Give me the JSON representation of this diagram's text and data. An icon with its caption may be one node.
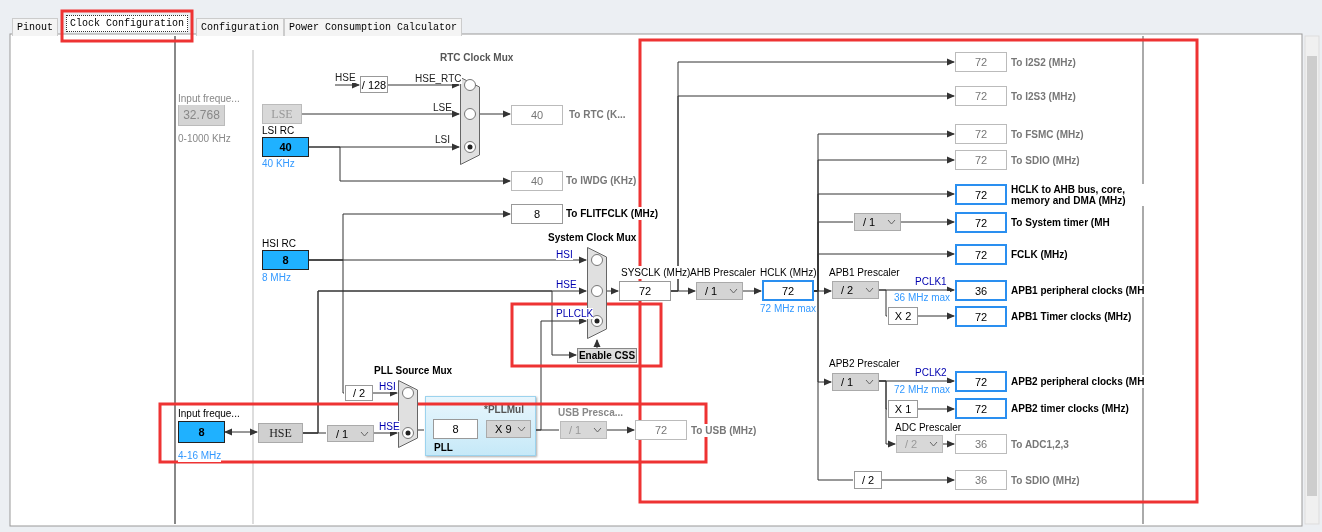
{
  "diagram": {
    "nodes": [
      {
        "text": [
          "32.768"
        ],
        "beside": [
          "Input freque...",
          "0-1000 KHz"
        ]
      },
      {
        "text": [
          "LSE"
        ]
      },
      {
        "text": [
          "40"
        ],
        "beside": [
          "LSI RC",
          "40 KHz"
        ]
      },
      {
        "text": [
          "/ 128"
        ]
      },
      {
        "text": [],
        "shape": "trapezoid",
        "beside": [
          "RTC Clock Mux"
        ]
      },
      {
        "text": [
          "40"
        ],
        "beside": [
          "To RTC (K..."
        ]
      },
      {
        "text": [
          "40"
        ],
        "beside": [
          "To IWDG (KHz)"
        ]
      },
      {
        "text": [
          "8"
        ],
        "beside": [
          "To FLITFCLK (MHz)"
        ]
      },
      {
        "text": [
          "8"
        ],
        "beside": [
          "HSI RC",
          "8 MHz"
        ]
      },
      {
        "text": [],
        "shape": "trapezoid",
        "beside": [
          "System Clock Mux"
        ]
      },
      {
        "text": [
          "Enable CSS"
        ]
      },
      {
        "text": [
          "72"
        ],
        "beside": [
          "SYSCLK (MHz)"
        ]
      },
      {
        "text": [
          "/ 1"
        ],
        "beside": [
          "AHB Prescaler"
        ]
      },
      {
        "text": [
          "72"
        ],
        "beside": [
          "HCLK (MHz)",
          "72 MHz max"
        ]
      },
      {
        "text": [
          "/ 2"
        ],
        "beside": [
          "APB1 Prescaler"
        ]
      },
      {
        "text": [
          "X 2"
        ]
      },
      {
        "text": [
          "/ 1"
        ],
        "beside": [
          "APB2 Prescaler"
        ]
      },
      {
        "text": [
          "X 1"
        ]
      },
      {
        "text": [
          "/ 2"
        ],
        "beside": [
          "ADC Prescaler"
        ]
      },
      {
        "text": [
          "/ 1"
        ]
      },
      {
        "text": [
          "/ 2"
        ]
      },
      {
        "text": [
          "72"
        ],
        "beside": [
          "To I2S2 (MHz)"
        ]
      },
      {
        "text": [
          "72"
        ],
        "beside": [
          "To I2S3 (MHz)"
        ]
      },
      {
        "text": [
          "72"
        ],
        "beside": [
          "To FSMC (MHz)"
        ]
      },
      {
        "text": [
          "72"
        ],
        "beside": [
          "To SDIO (MHz)"
        ]
      },
      {
        "text": [
          "72"
        ],
        "beside": [
          "HCLK to AHB bus, core, memory and DMA (MHz)"
        ]
      },
      {
        "text": [
          "72"
        ],
        "beside": [
          "To System timer (MH"
        ]
      },
      {
        "text": [
          "72"
        ],
        "beside": [
          "FCLK (MHz)"
        ]
      },
      {
        "text": [
          "36"
        ],
        "beside": [
          "APB1 peripheral clocks (MH"
        ]
      },
      {
        "text": [
          "72"
        ],
        "beside": [
          "APB1 Timer clocks (MHz)"
        ]
      },
      {
        "text": [
          "72"
        ],
        "beside": [
          "APB2 peripheral clocks (MH"
        ]
      },
      {
        "text": [
          "72"
        ],
        "beside": [
          "APB2 timer clocks (MHz)"
        ]
      },
      {
        "text": [
          "36"
        ],
        "beside": [
          "To ADC1,2,3"
        ]
      },
      {
        "text": [
          "36"
        ],
        "beside": [
          "To SDIO (MHz)"
        ]
      },
      {
        "text": [
          "8"
        ],
        "beside": [
          "Input freque...",
          "4-16 MHz"
        ]
      },
      {
        "text": [
          "HSE"
        ]
      },
      {
        "text": [
          "/ 1"
        ]
      },
      {
        "text": [
          "/ 2"
        ]
      },
      {
        "text": [],
        "shape": "trapezoid",
        "beside": [
          "PLL Source Mux"
        ]
      },
      {
        "text": [
          "*PLLMul",
          "PLL"
        ]
      },
      {
        "text": [
          "8"
        ],
        "in": 39
      },
      {
        "text": [
          "X 9"
        ],
        "in": 39
      },
      {
        "text": [
          "/ 1"
        ],
        "beside": [
          "USB Presca..."
        ]
      },
      {
        "text": [
          "72"
        ],
        "beside": [
          "To USB (MHz)"
        ]
      }
    ],
    "edges": [
      {
        "from": null,
        "to": 3,
        "arrow": "to",
        "label": "HSE"
      },
      {
        "from": 3,
        "to": 4,
        "arrow": "to",
        "label": "HSE_RTC"
      },
      {
        "from": 1,
        "to": 4,
        "arrow": "to",
        "label": "LSE"
      },
      {
        "from": 2,
        "to": 4,
        "arrow": "to",
        "label": "LSI"
      },
      {
        "from": 4,
        "to": 5,
        "arrow": "to"
      },
      {
        "from": 2,
        "to": 6,
        "arrow": "to"
      },
      {
        "from": 8,
        "to": 7,
        "arrow": "to"
      },
      {
        "from": 8,
        "to": 9,
        "arrow": "to",
        "label": "HSI"
      },
      {
        "from": 35,
        "to": 9,
        "arrow": "to",
        "label": "HSE"
      },
      {
        "from": 39,
        "to": 9,
        "arrow": "to",
        "label": "PLLCLK"
      },
      {
        "from": 35,
        "to": 10,
        "arrow": "to"
      },
      {
        "from": 10,
        "to": 9,
        "arrow": "to"
      },
      {
        "from": 9,
        "to": 11,
        "arrow": "to"
      },
      {
        "from": 11,
        "to": 12,
        "arrow": "to"
      },
      {
        "from": 12,
        "to": 13,
        "arrow": "to"
      },
      {
        "from": 13,
        "to": 14,
        "arrow": "to"
      },
      {
        "from": 14,
        "to": 28,
        "arrow": "to",
        "label": "PCLK1"
      },
      {
        "from": 14,
        "to": 15,
        "arrow": "none"
      },
      {
        "from": 15,
        "to": 29,
        "arrow": "to"
      },
      {
        "from": 13,
        "to": 16,
        "arrow": "to"
      },
      {
        "from": 16,
        "to": 30,
        "arrow": "to",
        "label": "PCLK2"
      },
      {
        "from": 16,
        "to": 17,
        "arrow": "none"
      },
      {
        "from": 17,
        "to": 31,
        "arrow": "to"
      },
      {
        "from": 16,
        "to": 18,
        "arrow": "to"
      },
      {
        "from": 18,
        "to": 32,
        "arrow": "to"
      },
      {
        "from": 13,
        "to": 20,
        "arrow": "none"
      },
      {
        "from": 20,
        "to": 33,
        "arrow": "to"
      },
      {
        "from": 13,
        "to": 23,
        "arrow": "to"
      },
      {
        "from": 13,
        "to": 24,
        "arrow": "to"
      },
      {
        "from": 13,
        "to": 25,
        "arrow": "to"
      },
      {
        "from": 13,
        "to": 19,
        "arrow": "none"
      },
      {
        "from": 19,
        "to": 26,
        "arrow": "to"
      },
      {
        "from": 13,
        "to": 27,
        "arrow": "to"
      },
      {
        "from": 11,
        "to": 21,
        "arrow": "to"
      },
      {
        "from": 11,
        "to": 22,
        "arrow": "to"
      },
      {
        "from": 34,
        "to": 35,
        "arrow": "both"
      },
      {
        "from": 35,
        "to": 36,
        "arrow": "none"
      },
      {
        "from": 36,
        "to": 38,
        "arrow": "to",
        "label": "HSE"
      },
      {
        "from": 8,
        "to": 37,
        "arrow": "none"
      },
      {
        "from": 37,
        "to": 38,
        "arrow": "to",
        "label": "HSI"
      },
      {
        "from": 38,
        "to": 39,
        "arrow": "none"
      },
      {
        "from": 39,
        "to": 42,
        "arrow": "none"
      },
      {
        "from": 42,
        "to": 43,
        "arrow": "to"
      }
    ],
    "labels": [
      "Pinout",
      "Clock Configuration",
      "Configuration",
      "Power Consumption Calculator",
      "36 MHz max",
      "72 MHz max"
    ]
  }
}
